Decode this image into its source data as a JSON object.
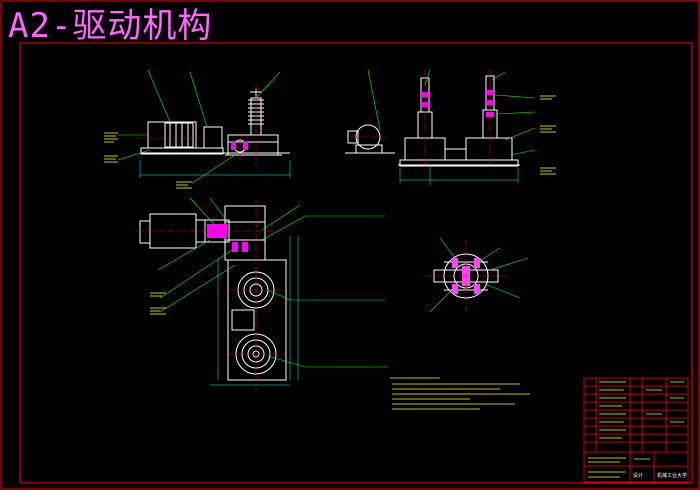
{
  "title": "A2-驱动机构",
  "colors": {
    "background": "#000000",
    "frame": "#ff0000",
    "title": "#ff66ff",
    "outline": "#ffffff",
    "centerline": "#ff0000",
    "leader": "#00ff00",
    "annotation": "#ffff00",
    "dimension": "#00ffff",
    "highlight": "#ff00ff",
    "hatch": "#ff44ff"
  },
  "title_block": {
    "designer_label": "设计",
    "school": "机械工业大学"
  }
}
